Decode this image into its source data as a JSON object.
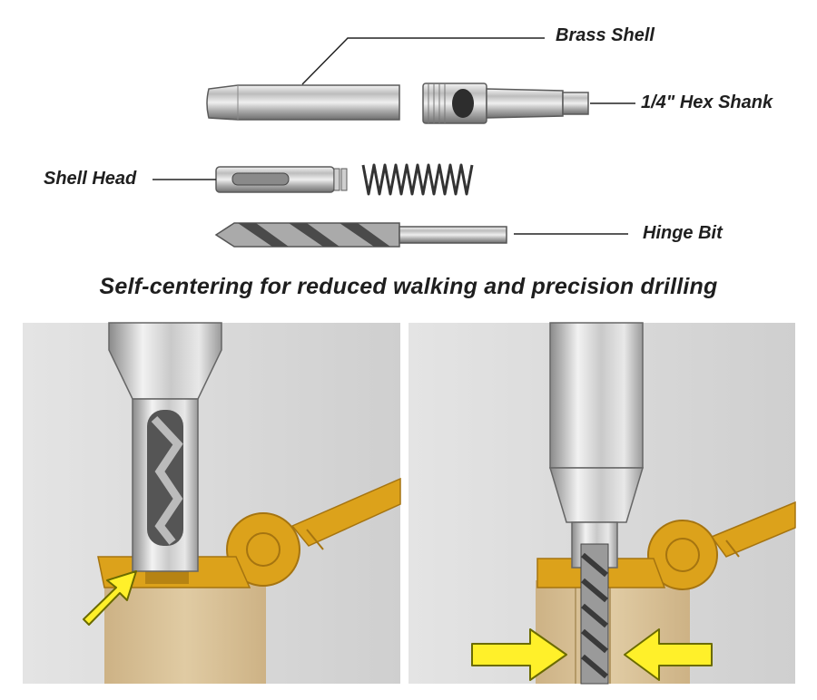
{
  "parts": {
    "brass_shell": "Brass Shell",
    "hex_shank": "1/4\" Hex Shank",
    "shell_head": "Shell Head",
    "hinge_bit": "Hinge Bit"
  },
  "headline": "Self-centering for reduced walking and precision drilling",
  "colors": {
    "hinge_gold": "#dca21b",
    "wood": "#d9c39a",
    "arrow_yellow": "#fff02a",
    "panel_bg": "#dcdcdc",
    "metal": "#c7c7c7"
  }
}
